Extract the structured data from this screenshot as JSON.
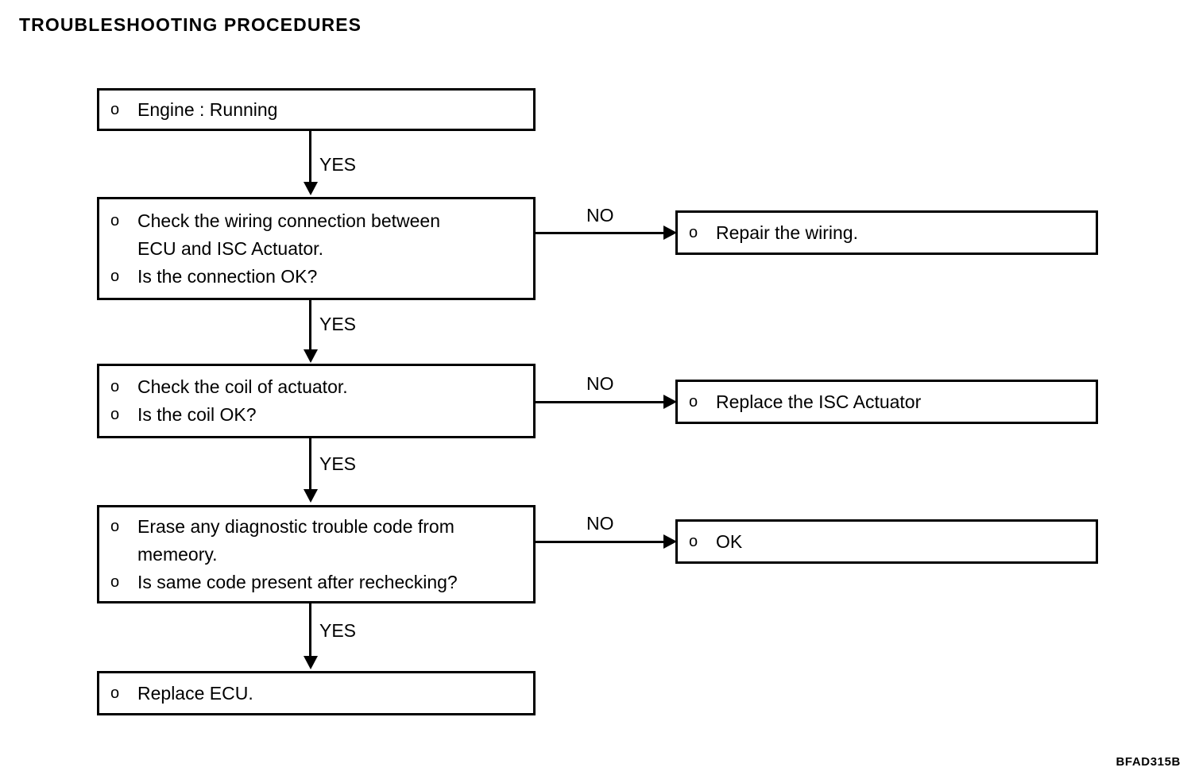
{
  "page": {
    "title": "TROUBLESHOOTING PROCEDURES",
    "figure_code": "BFAD315B",
    "bullet_glyph": "o"
  },
  "flow": {
    "nodes": [
      {
        "id": "engine-running",
        "lines": [
          {
            "bullet": true,
            "text": "Engine : Running"
          }
        ]
      },
      {
        "id": "check-wiring",
        "lines": [
          {
            "bullet": true,
            "text": "Check the wiring connection between"
          },
          {
            "bullet": false,
            "text": "ECU and ISC Actuator."
          },
          {
            "bullet": true,
            "text": "Is the connection OK?"
          }
        ]
      },
      {
        "id": "repair-wiring",
        "lines": [
          {
            "bullet": true,
            "text": "Repair the wiring."
          }
        ]
      },
      {
        "id": "check-coil",
        "lines": [
          {
            "bullet": true,
            "text": "Check the coil of actuator."
          },
          {
            "bullet": true,
            "text": "Is the coil OK?"
          }
        ]
      },
      {
        "id": "replace-isc-actuator",
        "lines": [
          {
            "bullet": true,
            "text": "Replace the ISC Actuator"
          }
        ]
      },
      {
        "id": "erase-dtc",
        "lines": [
          {
            "bullet": true,
            "text": "Erase any diagnostic trouble code from"
          },
          {
            "bullet": false,
            "text": "memeory."
          },
          {
            "bullet": true,
            "text": "Is same code present after rechecking?"
          }
        ]
      },
      {
        "id": "ok",
        "lines": [
          {
            "bullet": true,
            "text": "OK"
          }
        ]
      },
      {
        "id": "replace-ecu",
        "lines": [
          {
            "bullet": true,
            "text": "Replace ECU."
          }
        ]
      }
    ],
    "edge_labels": {
      "yes_1": "YES",
      "yes_2": "YES",
      "yes_3": "YES",
      "yes_4": "YES",
      "no_1": "NO",
      "no_2": "NO",
      "no_3": "NO"
    }
  },
  "colors": {
    "ink": "#000000",
    "paper": "#ffffff"
  }
}
